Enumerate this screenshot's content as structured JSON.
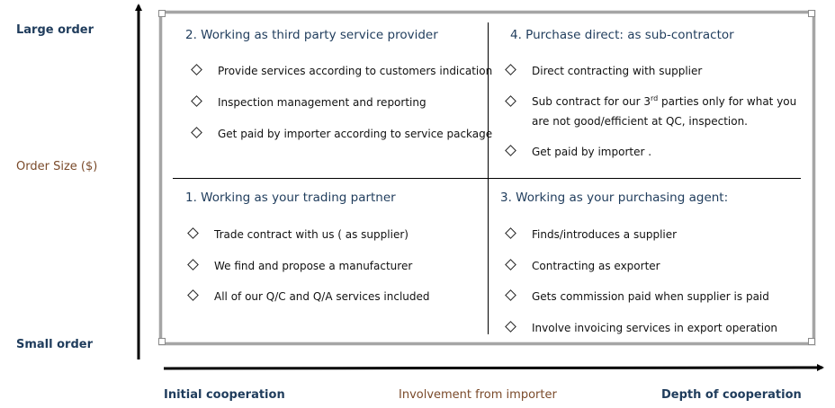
{
  "y_axis": {
    "top_label": "Large order",
    "middle_label": "Order Size ($)",
    "bottom_label": "Small order"
  },
  "x_axis": {
    "left_label": "Initial cooperation",
    "middle_label": "Involvement from importer",
    "right_label": "Depth of cooperation"
  },
  "quadrants": {
    "q2": {
      "title": "2. Working as third party service provider",
      "items": [
        "Provide services according to customers indication",
        "Inspection management and reporting",
        "Get paid by importer according to service package"
      ]
    },
    "q4": {
      "title": "4. Purchase direct: as sub-contractor",
      "items": {
        "item1": "Direct contracting with supplier",
        "item2_part1": "Sub contract for our 3",
        "item2_sup": "rd",
        "item2_part2": " parties only for what you",
        "item2_line2": "are not good/efficient at QC, inspection.",
        "item3": "Get paid by importer ."
      }
    },
    "q1": {
      "title": "1. Working as your trading partner",
      "items": [
        "Trade contract  with us ( as supplier)",
        "We find and  propose  a manufacturer",
        "All of our Q/C and Q/A services included"
      ]
    },
    "q3": {
      "title": "3. Working as your purchasing agent:",
      "items": [
        "Finds/introduces a supplier",
        "Contracting as exporter",
        "Gets commission paid when supplier is paid",
        "Involve invoicing services in export operation"
      ]
    }
  },
  "colors": {
    "axis_blue": "#1f3c5c",
    "axis_brown": "#7a4a2a",
    "frame_gray": "#a5a5a5"
  }
}
